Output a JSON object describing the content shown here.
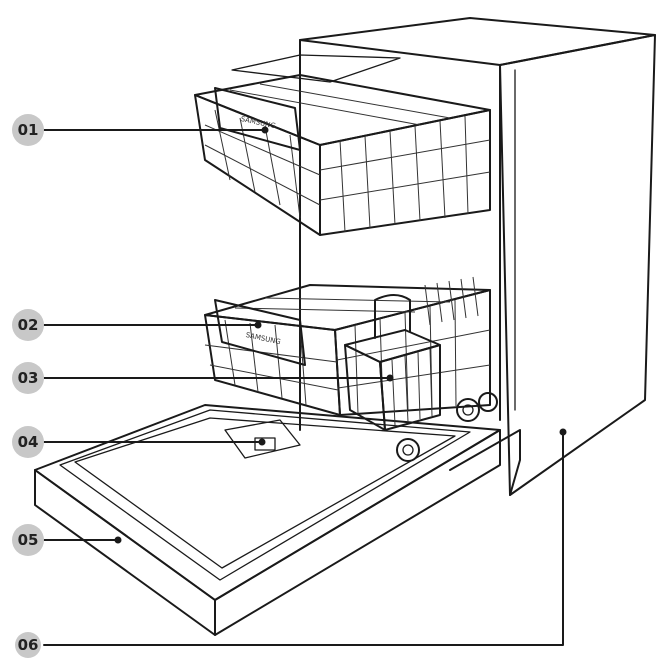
{
  "diagram": {
    "callouts": [
      {
        "id": "01",
        "label": "01"
      },
      {
        "id": "02",
        "label": "02"
      },
      {
        "id": "03",
        "label": "03"
      },
      {
        "id": "04",
        "label": "04"
      },
      {
        "id": "05",
        "label": "05"
      },
      {
        "id": "06",
        "label": "06"
      }
    ],
    "colors": {
      "badge_fill": "#c8c8c8",
      "line": "#1a1a1a",
      "background": "#ffffff"
    }
  }
}
